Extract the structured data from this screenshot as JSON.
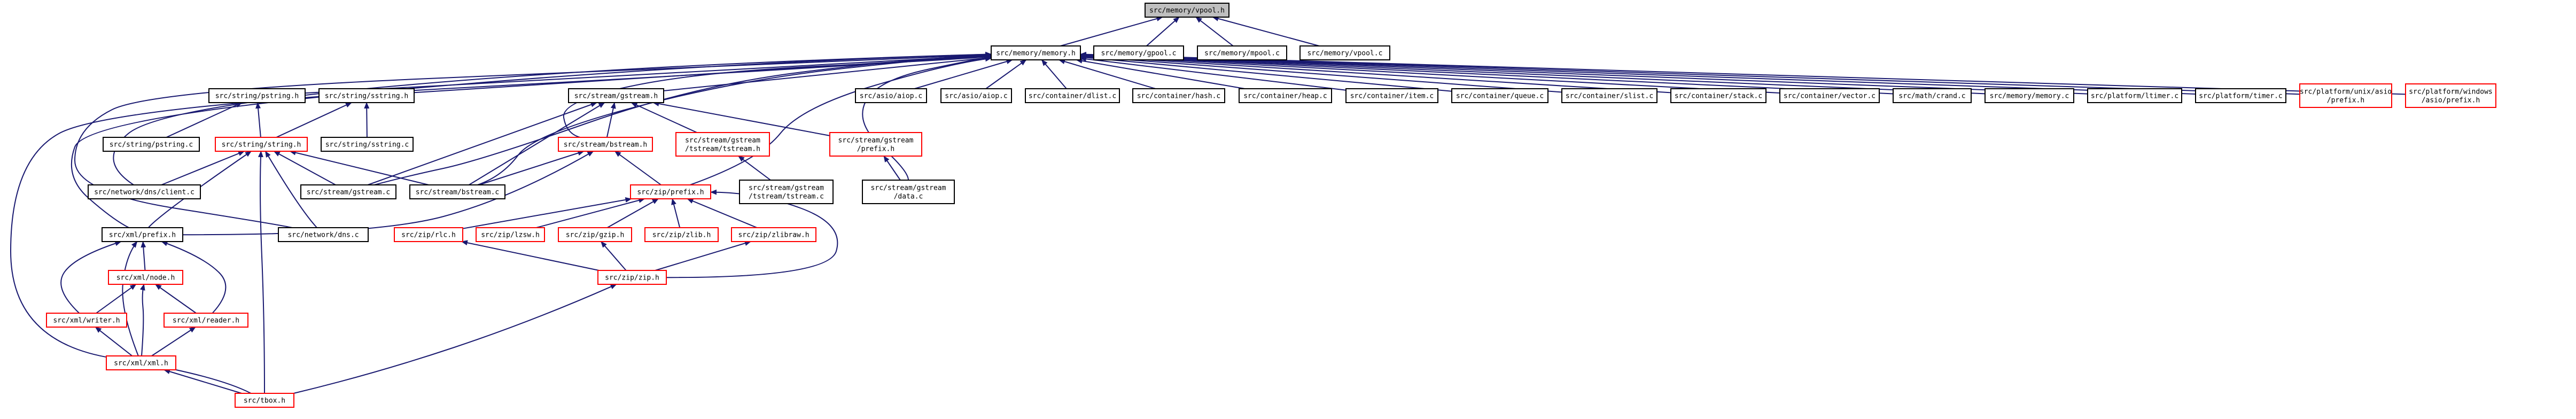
{
  "graph": {
    "colors": {
      "root_fill": "#bfbfbf",
      "node_fill": "#ffffff",
      "node_border": "#000000",
      "missing_border": "#ff0000",
      "edge": "#191970"
    },
    "nodes": [
      {
        "id": "root",
        "label": "src/memory/vpool.h",
        "style": "root"
      },
      {
        "id": "memory_h",
        "label": "src/memory/memory.h",
        "style": "normal"
      },
      {
        "id": "gpool_c",
        "label": "src/memory/gpool.c",
        "style": "normal"
      },
      {
        "id": "mpool_c",
        "label": "src/memory/mpool.c",
        "style": "normal"
      },
      {
        "id": "vpool_c",
        "label": "src/memory/vpool.c",
        "style": "normal"
      },
      {
        "id": "pstring_h",
        "label": "src/string/pstring.h",
        "style": "normal"
      },
      {
        "id": "sstring_h",
        "label": "src/string/sstring.h",
        "style": "normal"
      },
      {
        "id": "gstream_h",
        "label": "src/stream/gstream.h",
        "style": "normal"
      },
      {
        "id": "aiop_c",
        "label": "src/asio/aiop.c",
        "style": "normal"
      },
      {
        "id": "aiop_c2",
        "label": "src/asio/aiop.c",
        "style": "normal"
      },
      {
        "id": "dlist_c",
        "label": "src/container/dlist.c",
        "style": "normal"
      },
      {
        "id": "hash_c",
        "label": "src/container/hash.c",
        "style": "normal"
      },
      {
        "id": "heap_c",
        "label": "src/container/heap.c",
        "style": "normal"
      },
      {
        "id": "item_c",
        "label": "src/container/item.c",
        "style": "normal"
      },
      {
        "id": "queue_c",
        "label": "src/container/queue.c",
        "style": "normal"
      },
      {
        "id": "slist_c",
        "label": "src/container/slist.c",
        "style": "normal"
      },
      {
        "id": "stack_c",
        "label": "src/container/stack.c",
        "style": "normal"
      },
      {
        "id": "vector_c",
        "label": "src/container/vector.c",
        "style": "normal"
      },
      {
        "id": "crand_c",
        "label": "src/math/crand.c",
        "style": "normal"
      },
      {
        "id": "memory_c",
        "label": "src/memory/memory.c",
        "style": "normal"
      },
      {
        "id": "ltimer_c",
        "label": "src/platform/ltimer.c",
        "style": "normal"
      },
      {
        "id": "timer_c",
        "label": "src/platform/timer.c",
        "style": "normal"
      },
      {
        "id": "unix_asio",
        "label": "src/platform/unix/asio\n/prefix.h",
        "style": "missing"
      },
      {
        "id": "win_asio",
        "label": "src/platform/windows\n/asio/prefix.h",
        "style": "missing"
      },
      {
        "id": "pstring_c",
        "label": "src/string/pstring.c",
        "style": "normal"
      },
      {
        "id": "string_h",
        "label": "src/string/string.h",
        "style": "missing"
      },
      {
        "id": "sstring_c",
        "label": "src/string/sstring.c",
        "style": "normal"
      },
      {
        "id": "bstream_h",
        "label": "src/stream/bstream.h",
        "style": "missing"
      },
      {
        "id": "tstream_h",
        "label": "src/stream/gstream\n/tstream/tstream.h",
        "style": "missing"
      },
      {
        "id": "gprefix_h",
        "label": "src/stream/gstream\n/prefix.h",
        "style": "missing"
      },
      {
        "id": "dns_client",
        "label": "src/network/dns/client.c",
        "style": "normal"
      },
      {
        "id": "gstream_c",
        "label": "src/stream/gstream.c",
        "style": "normal"
      },
      {
        "id": "bstream_c",
        "label": "src/stream/bstream.c",
        "style": "normal"
      },
      {
        "id": "tstream_c",
        "label": "src/stream/gstream\n/tstream/tstream.c",
        "style": "normal"
      },
      {
        "id": "data_c",
        "label": "src/stream/gstream\n/data.c",
        "style": "normal"
      },
      {
        "id": "zprefix_h",
        "label": "src/zip/prefix.h",
        "style": "missing"
      },
      {
        "id": "xprefix_h",
        "label": "src/xml/prefix.h",
        "style": "normal"
      },
      {
        "id": "dns_c",
        "label": "src/network/dns.c",
        "style": "normal"
      },
      {
        "id": "rlc_h",
        "label": "src/zip/rlc.h",
        "style": "missing"
      },
      {
        "id": "lzsw_h",
        "label": "src/zip/lzsw.h",
        "style": "missing"
      },
      {
        "id": "gzip_h",
        "label": "src/zip/gzip.h",
        "style": "missing"
      },
      {
        "id": "zlib_h",
        "label": "src/zip/zlib.h",
        "style": "missing"
      },
      {
        "id": "zlibraw_h",
        "label": "src/zip/zlibraw.h",
        "style": "missing"
      },
      {
        "id": "zip_h",
        "label": "src/zip/zip.h",
        "style": "missing"
      },
      {
        "id": "node_h",
        "label": "src/xml/node.h",
        "style": "missing"
      },
      {
        "id": "writer_h",
        "label": "src/xml/writer.h",
        "style": "missing"
      },
      {
        "id": "reader_h",
        "label": "src/xml/reader.h",
        "style": "missing"
      },
      {
        "id": "xml_h",
        "label": "src/xml/xml.h",
        "style": "missing"
      },
      {
        "id": "tbox_h",
        "label": "src/tbox.h",
        "style": "missing"
      }
    ],
    "edges": [
      [
        "memory_h",
        "root"
      ],
      [
        "gpool_c",
        "root"
      ],
      [
        "mpool_c",
        "root"
      ],
      [
        "vpool_c",
        "root"
      ],
      [
        "pstring_h",
        "memory_h"
      ],
      [
        "sstring_h",
        "memory_h"
      ],
      [
        "gstream_h",
        "memory_h"
      ],
      [
        "aiop_c",
        "memory_h"
      ],
      [
        "aiop_c2",
        "memory_h"
      ],
      [
        "dlist_c",
        "memory_h"
      ],
      [
        "hash_c",
        "memory_h"
      ],
      [
        "heap_c",
        "memory_h"
      ],
      [
        "item_c",
        "memory_h"
      ],
      [
        "queue_c",
        "memory_h"
      ],
      [
        "slist_c",
        "memory_h"
      ],
      [
        "stack_c",
        "memory_h"
      ],
      [
        "vector_c",
        "memory_h"
      ],
      [
        "crand_c",
        "memory_h"
      ],
      [
        "memory_c",
        "memory_h"
      ],
      [
        "ltimer_c",
        "memory_h"
      ],
      [
        "timer_c",
        "memory_h"
      ],
      [
        "unix_asio",
        "memory_h"
      ],
      [
        "win_asio",
        "memory_h"
      ],
      [
        "tbox_h",
        "memory_h"
      ],
      [
        "dns_client",
        "memory_h"
      ],
      [
        "dns_c",
        "memory_h"
      ],
      [
        "xprefix_h",
        "memory_h"
      ],
      [
        "gstream_c",
        "memory_h"
      ],
      [
        "bstream_c",
        "memory_h"
      ],
      [
        "zprefix_h",
        "memory_h"
      ],
      [
        "data_c",
        "memory_h"
      ],
      [
        "bstream_h",
        "memory_h"
      ],
      [
        "pstring_c",
        "pstring_h"
      ],
      [
        "string_h",
        "pstring_h"
      ],
      [
        "sstring_c",
        "sstring_h"
      ],
      [
        "string_h",
        "sstring_h"
      ],
      [
        "bstream_h",
        "gstream_h"
      ],
      [
        "tstream_h",
        "gstream_h"
      ],
      [
        "gprefix_h",
        "gstream_h"
      ],
      [
        "gstream_c",
        "gstream_h"
      ],
      [
        "bstream_c",
        "gstream_h"
      ],
      [
        "dns_client",
        "string_h"
      ],
      [
        "gstream_c",
        "string_h"
      ],
      [
        "bstream_c",
        "string_h"
      ],
      [
        "xprefix_h",
        "string_h"
      ],
      [
        "dns_c",
        "string_h"
      ],
      [
        "tbox_h",
        "string_h"
      ],
      [
        "zprefix_h",
        "bstream_h"
      ],
      [
        "bstream_c",
        "bstream_h"
      ],
      [
        "xprefix_h",
        "bstream_h"
      ],
      [
        "tstream_c",
        "tstream_h"
      ],
      [
        "data_c",
        "gprefix_h"
      ],
      [
        "rlc_h",
        "zprefix_h"
      ],
      [
        "lzsw_h",
        "zprefix_h"
      ],
      [
        "gzip_h",
        "zprefix_h"
      ],
      [
        "zlib_h",
        "zprefix_h"
      ],
      [
        "zlibraw_h",
        "zprefix_h"
      ],
      [
        "zip_h",
        "zprefix_h"
      ],
      [
        "zip_h",
        "rlc_h"
      ],
      [
        "zip_h",
        "gzip_h"
      ],
      [
        "zip_h",
        "zlibraw_h"
      ],
      [
        "tbox_h",
        "zip_h"
      ],
      [
        "node_h",
        "xprefix_h"
      ],
      [
        "writer_h",
        "xprefix_h"
      ],
      [
        "reader_h",
        "xprefix_h"
      ],
      [
        "xml_h",
        "xprefix_h"
      ],
      [
        "writer_h",
        "node_h"
      ],
      [
        "reader_h",
        "node_h"
      ],
      [
        "xml_h",
        "node_h"
      ],
      [
        "xml_h",
        "writer_h"
      ],
      [
        "xml_h",
        "reader_h"
      ],
      [
        "tbox_h",
        "xml_h"
      ]
    ]
  }
}
